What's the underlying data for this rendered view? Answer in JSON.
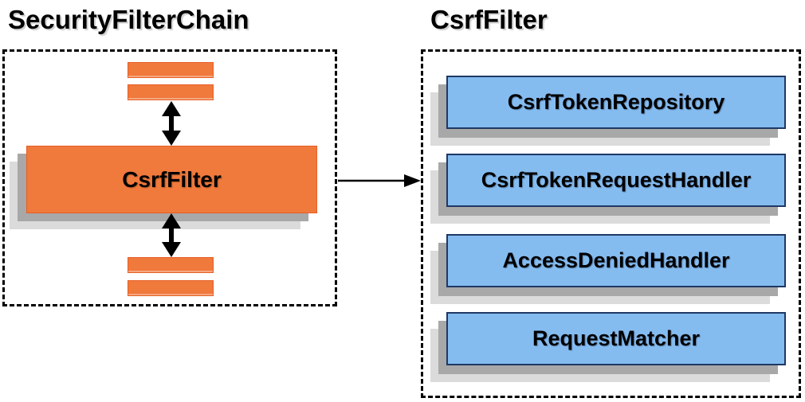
{
  "left_panel": {
    "title": "SecurityFilterChain",
    "filter_box_label": "CsrfFilter",
    "placeholder_bars": 4,
    "colors": {
      "node_fill": "#f0793c",
      "node_border": "#e55f25",
      "shadow_dark": "#a8a8a8",
      "shadow_light": "#dbdbdb"
    }
  },
  "right_panel": {
    "title": "CsrfFilter",
    "components": [
      {
        "label": "CsrfTokenRepository"
      },
      {
        "label": "CsrfTokenRequestHandler"
      },
      {
        "label": "AccessDeniedHandler"
      },
      {
        "label": "RequestMatcher"
      }
    ],
    "colors": {
      "node_fill": "#85bcf0",
      "node_border": "#1f3864",
      "shadow_dark": "#a8a8a8",
      "shadow_light": "#dbdbdb"
    }
  },
  "connectors": {
    "vertical_double_arrows": 2,
    "horizontal_arrow": "left CsrfFilter node to CsrfFilter boundary",
    "arrow_color": "#000000"
  }
}
